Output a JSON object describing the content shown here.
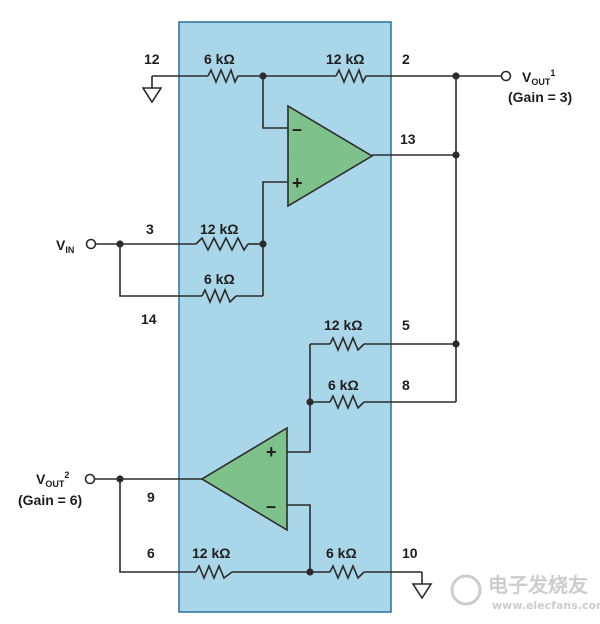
{
  "colors": {
    "chip_fill": "#a9d6e8",
    "chip_stroke": "#2a6f9a",
    "opamp_fill": "#7fc18b",
    "opamp_stroke": "#2b2b2b",
    "wire": "#2b2b2b",
    "watermark": "#c8c8c8"
  },
  "pins": {
    "p12": "12",
    "p2": "2",
    "p13": "13",
    "p3": "3",
    "p14": "14",
    "p5": "5",
    "p8": "8",
    "p9": "9",
    "p6": "6",
    "p10": "10"
  },
  "resistors": {
    "r_top_left": "6 kΩ",
    "r_top_right": "12 kΩ",
    "r_in_upper": "12 kΩ",
    "r_in_lower": "6 kΩ",
    "r_mid_upper": "12 kΩ",
    "r_mid_lower": "6 kΩ",
    "r_bot_left": "12 kΩ",
    "r_bot_right": "6 kΩ"
  },
  "terminals": {
    "vout1_base": "V",
    "vout1_sub": "OUT",
    "vout1_sup": "1",
    "vout1_gain": "(Gain = 3)",
    "vin_base": "V",
    "vin_sub": "IN",
    "vout2_base": "V",
    "vout2_sub": "OUT",
    "vout2_sup": "2",
    "vout2_gain": "(Gain = 6)"
  },
  "opamp_signs": {
    "top_minus": "–",
    "top_plus": "+",
    "bottom_plus": "+",
    "bottom_minus": "–"
  },
  "watermark": {
    "chinese": "电子发烧友",
    "url": "www.elecfans.com"
  }
}
